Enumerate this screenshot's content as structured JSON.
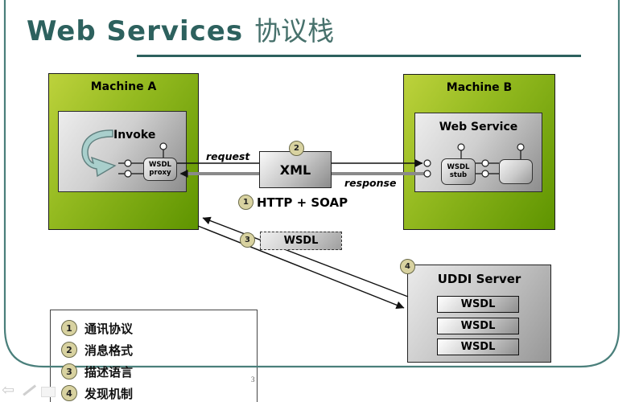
{
  "title": {
    "text_latin": "Web Services",
    "text_cjk": "协议栈"
  },
  "machine_a": {
    "label": "Machine A",
    "invoke_label": "Invoke",
    "component_line1": "WSDL",
    "component_line2": "proxy"
  },
  "machine_b": {
    "label": "Machine B",
    "inner_label": "Web Service",
    "component_line1": "WSDL",
    "component_line2": "stub"
  },
  "flow": {
    "request": "request",
    "response": "response",
    "xml": "XML",
    "protocol": "HTTP + SOAP",
    "wsdl": "WSDL"
  },
  "uddi": {
    "title": "UDDI Server",
    "items": [
      "WSDL",
      "WSDL",
      "WSDL"
    ]
  },
  "diagram_badges": {
    "b1": "1",
    "b2": "2",
    "b3": "3",
    "b4": "4"
  },
  "legend": {
    "items": [
      {
        "num": "1",
        "label": "通讯协议"
      },
      {
        "num": "2",
        "label": "消息格式"
      },
      {
        "num": "3",
        "label": "描述语言"
      },
      {
        "num": "4",
        "label": "发现机制"
      }
    ]
  },
  "page_number": "3",
  "colors": {
    "accent_teal": "#2d615e",
    "frame_teal": "#4a7f7b",
    "machine_green_light": "#bdd23c",
    "machine_green_dark": "#5e9400",
    "badge_fill": "#d8d2a0",
    "badge_border": "#6b6b4a",
    "invoke_arrow_fill": "#a9cfcc"
  }
}
